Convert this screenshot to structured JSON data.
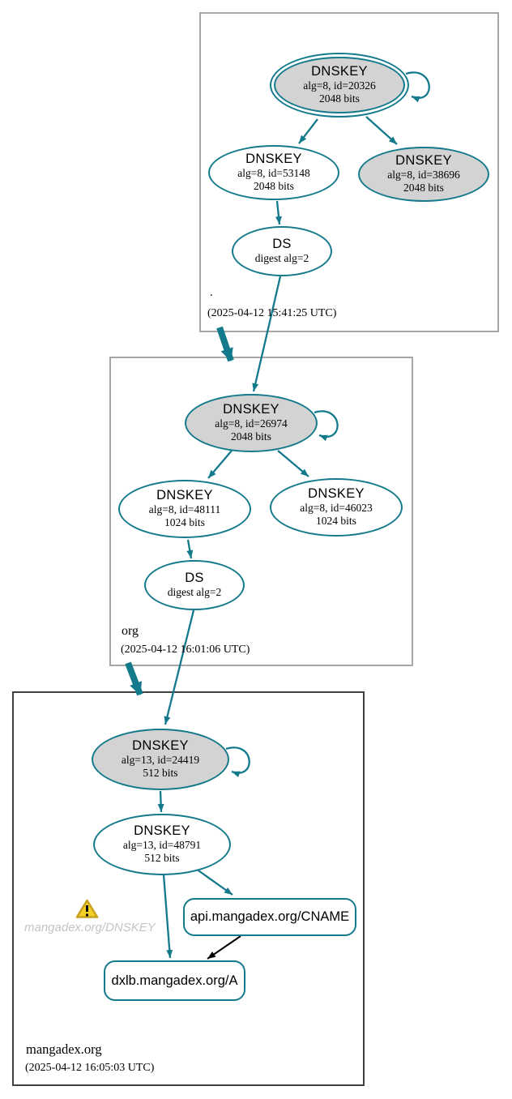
{
  "diagram_type": "dnssec-authentication-chain",
  "colors": {
    "secure_edge": "#137a8c",
    "sep_key_fill": "#d3d3d3",
    "zone_border": "#a6a6a6",
    "target_zone_border": "#3f3f3f",
    "alias_edge": "#000000",
    "warning_fill": "#f2d024",
    "warning_border": "#c9a21f",
    "warning_text": "#c4c4c4"
  },
  "zones": [
    {
      "name": ".",
      "timestamp": "(2025-04-12 15:41:25 UTC)",
      "nodes": [
        {
          "id": "ksk-20326",
          "title": "DNSKEY",
          "detail1": "alg=8, id=20326",
          "detail2": "2048 bits"
        },
        {
          "id": "zsk-53148",
          "title": "DNSKEY",
          "detail1": "alg=8, id=53148",
          "detail2": "2048 bits"
        },
        {
          "id": "key-38696",
          "title": "DNSKEY",
          "detail1": "alg=8, id=38696",
          "detail2": "2048 bits"
        },
        {
          "id": "ds-root",
          "title": "DS",
          "detail1": "digest alg=2"
        }
      ]
    },
    {
      "name": "org",
      "timestamp": "(2025-04-12 16:01:06 UTC)",
      "nodes": [
        {
          "id": "ksk-26974",
          "title": "DNSKEY",
          "detail1": "alg=8, id=26974",
          "detail2": "2048 bits"
        },
        {
          "id": "zsk-48111",
          "title": "DNSKEY",
          "detail1": "alg=8, id=48111",
          "detail2": "1024 bits"
        },
        {
          "id": "key-46023",
          "title": "DNSKEY",
          "detail1": "alg=8, id=46023",
          "detail2": "1024 bits"
        },
        {
          "id": "ds-org",
          "title": "DS",
          "detail1": "digest alg=2"
        }
      ]
    },
    {
      "name": "mangadex.org",
      "timestamp": "(2025-04-12 16:05:03 UTC)",
      "nodes": [
        {
          "id": "ksk-24419",
          "title": "DNSKEY",
          "detail1": "alg=13, id=24419",
          "detail2": "512 bits"
        },
        {
          "id": "zsk-48791",
          "title": "DNSKEY",
          "detail1": "alg=13, id=48791",
          "detail2": "512 bits"
        }
      ],
      "rrsets": [
        {
          "id": "cname",
          "label": "api.mangadex.org/CNAME"
        },
        {
          "id": "a",
          "label": "dxlb.mangadex.org/A"
        }
      ],
      "warning": {
        "icon": "warning-icon",
        "label": "mangadex.org/DNSKEY"
      }
    }
  ]
}
